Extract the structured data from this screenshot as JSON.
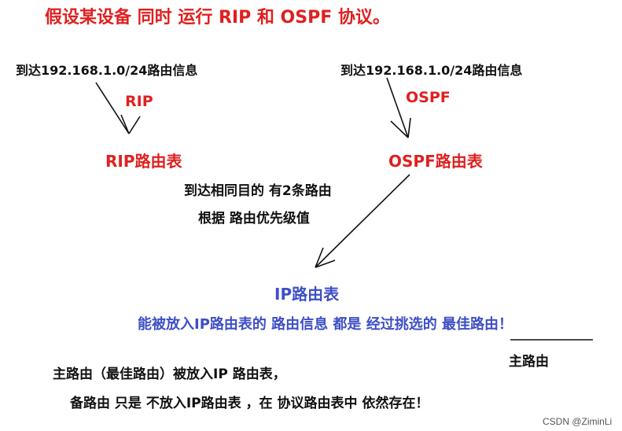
{
  "title": "假设某设备 同时 运行 RIP 和 OSPF 协议。",
  "left_route_info": "到达192.168.1.0/24路由信息",
  "right_route_info": "到达192.168.1.0/24路由信息",
  "left_protocol": "RIP",
  "right_protocol": "OSPF",
  "rip_table": "RIP路由表",
  "ospf_table": "OSPF路由表",
  "note_line1": "到达相同目的 有2条路由",
  "note_line2": "根据 路由优先级值",
  "ip_table": "IP路由表",
  "ip_table_note": "能被放入IP路由表的 路由信息  都是 经过挑选的 最佳路由！",
  "main_route_label": "主路由",
  "bottom_line1": "主路由（最佳路由）被放入IP 路由表，",
  "bottom_line2": "备路由 只是 不放入IP路由表 ，在 协议路由表中 依然存在！",
  "watermark": "CSDN @ZiminLi",
  "colors": {
    "red": "#e02020",
    "blue": "#3d4fc4",
    "black": "#111111"
  }
}
